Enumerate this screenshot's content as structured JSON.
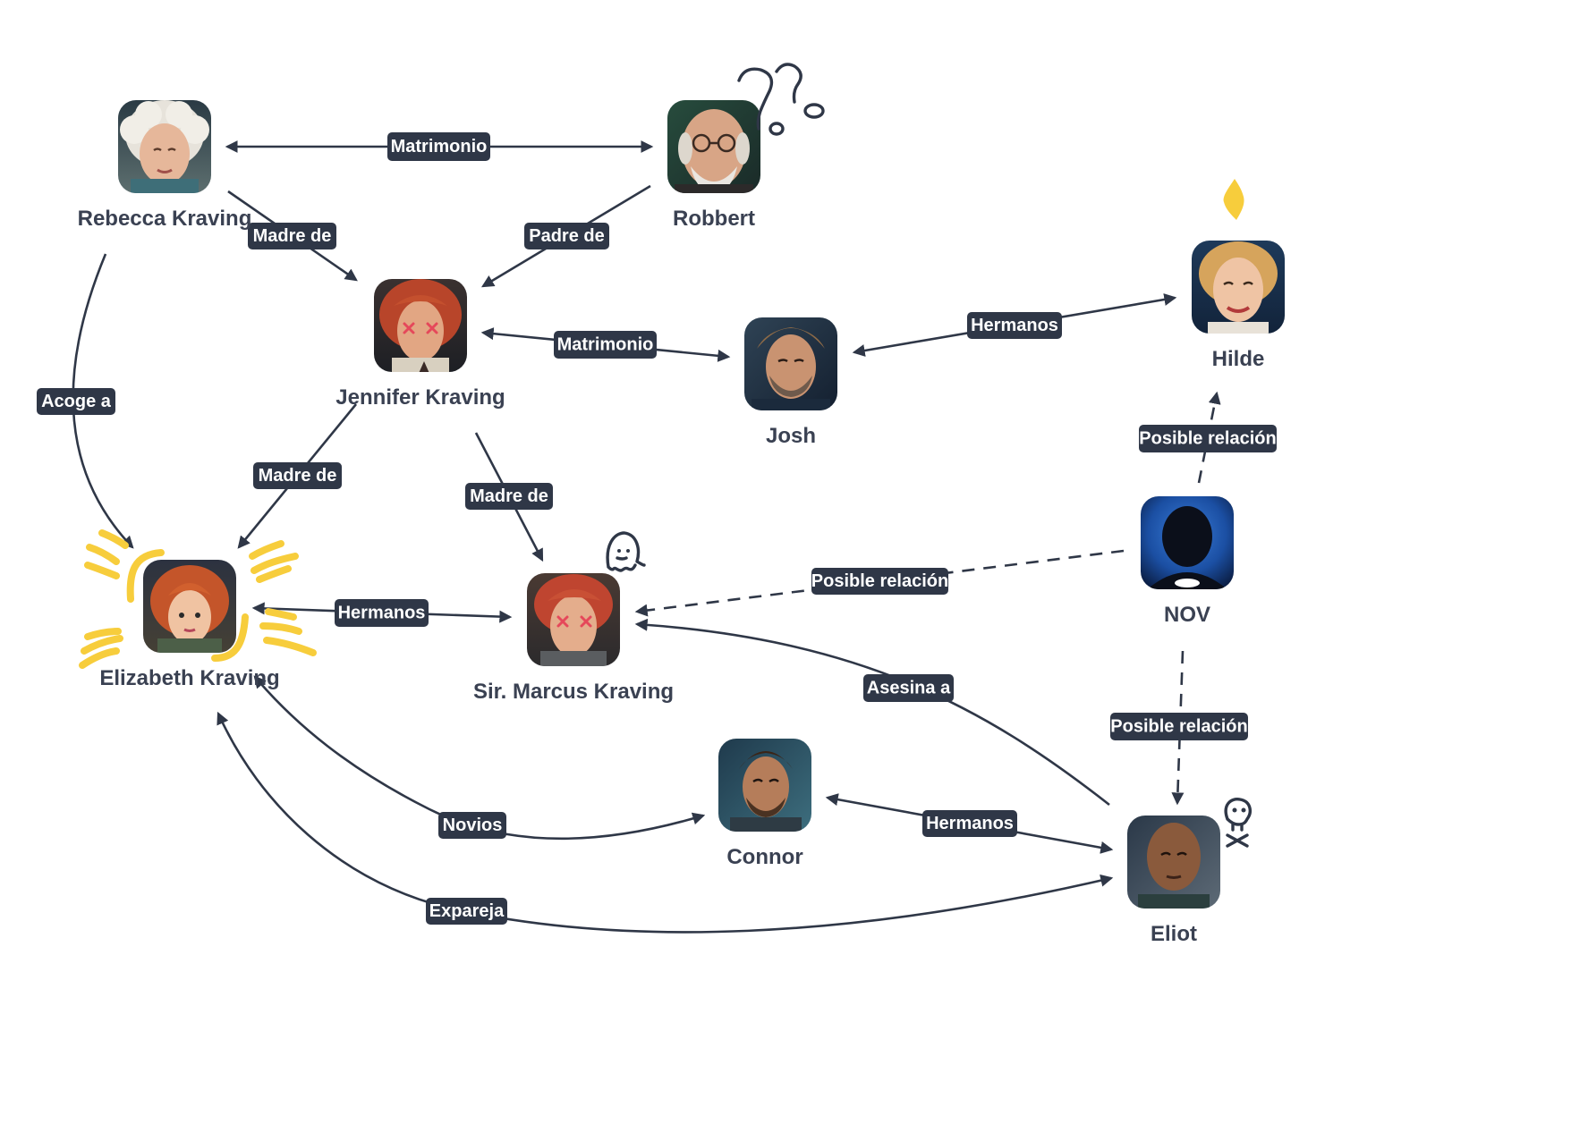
{
  "nodes": {
    "rebecca": {
      "name": "Rebecca Kraving"
    },
    "robbert": {
      "name": "Robbert"
    },
    "jennifer": {
      "name": "Jennifer Kraving"
    },
    "josh": {
      "name": "Josh"
    },
    "hilde": {
      "name": "Hilde"
    },
    "elizabeth": {
      "name": "Elizabeth Kraving"
    },
    "marcus": {
      "name": "Sir. Marcus Kraving"
    },
    "nov": {
      "name": "NOV"
    },
    "connor": {
      "name": "Connor"
    },
    "eliot": {
      "name": "Eliot"
    }
  },
  "edges": {
    "rebecca_robbert": "Matrimonio",
    "rebecca_jennifer": "Madre de",
    "robbert_jennifer": "Padre de",
    "rebecca_elizabeth": "Acoge a",
    "jennifer_josh": "Matrimonio",
    "josh_hilde": "Hermanos",
    "jennifer_elizabeth": "Madre de",
    "jennifer_marcus": "Madre de",
    "nov_hilde": "Posible relación",
    "nov_marcus": "Posible relación",
    "elizabeth_marcus": "Hermanos",
    "eliot_marcus": "Asesina a",
    "nov_eliot": "Posible relación",
    "elizabeth_connor": "Novios",
    "connor_eliot": "Hermanos",
    "elizabeth_eliot": "Expareja"
  },
  "icons": {
    "question": "question-marks-icon",
    "crossed_eyes": "crossed-eyes-icon",
    "ghost": "ghost-icon",
    "skull": "skull-crossbones-icon",
    "idea": "diamond-idea-icon",
    "highlight": "highlight-sparkle-icon"
  },
  "colors": {
    "edge": "#2f3747",
    "label_bg": "#2f3747",
    "label_text": "#ffffff",
    "name_text": "#3a4152",
    "highlight": "#f7cd3c",
    "cross_mark": "#e5485a"
  }
}
